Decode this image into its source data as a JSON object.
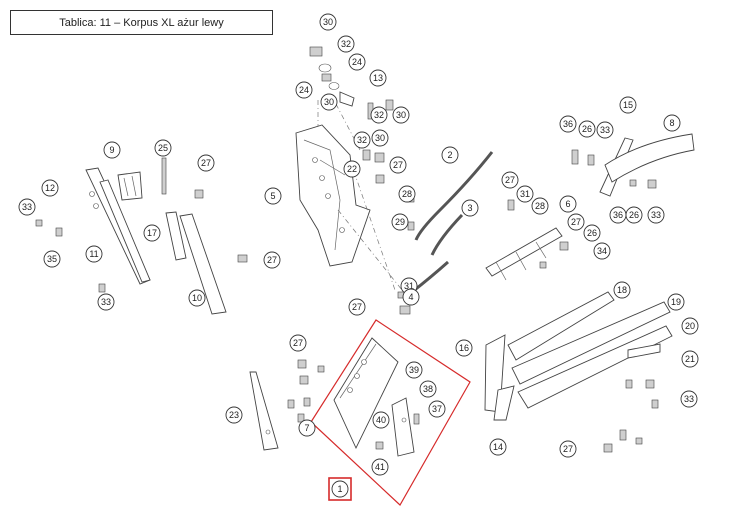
{
  "title": "Tablica: 11 – Korpus XL ażur lewy",
  "callouts": [
    "30",
    "32",
    "24",
    "24",
    "30",
    "13",
    "32",
    "30",
    "9",
    "25",
    "27",
    "12",
    "33",
    "5",
    "32",
    "30",
    "22",
    "27",
    "28",
    "2",
    "29",
    "3",
    "31",
    "27",
    "36",
    "26",
    "33",
    "15",
    "8",
    "36",
    "26",
    "33",
    "6",
    "27",
    "28",
    "26",
    "34",
    "27",
    "11",
    "35",
    "17",
    "10",
    "33",
    "31",
    "27",
    "4",
    "18",
    "19",
    "20",
    "16",
    "21",
    "14",
    "27",
    "33",
    "39",
    "38",
    "37",
    "40",
    "41",
    "23",
    "7",
    "1",
    "27"
  ],
  "highlight": {
    "label": "1",
    "color": "#d62b2b"
  }
}
